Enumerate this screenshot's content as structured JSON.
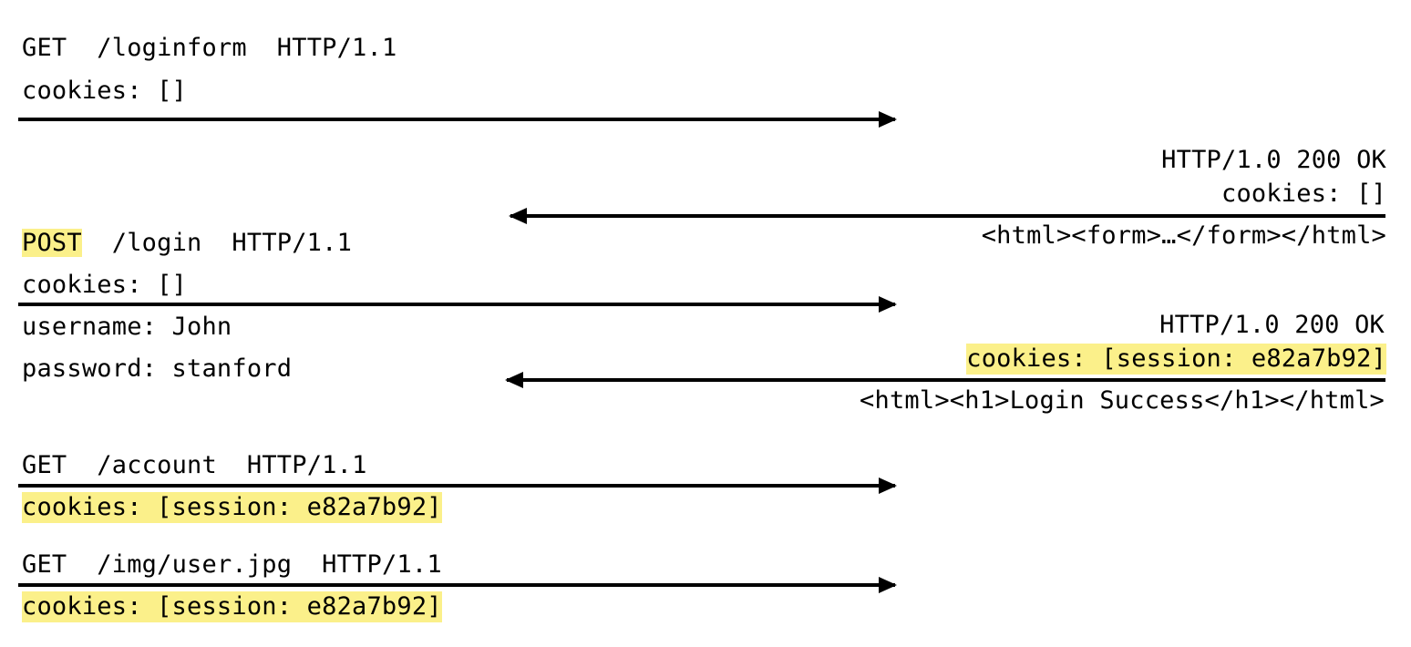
{
  "colors": {
    "highlight": "#fbf08a",
    "line": "#000000"
  },
  "request_1": {
    "method": "GET",
    "path": "/loginform",
    "version": "HTTP/1.1",
    "cookies": "cookies: []"
  },
  "response_1": {
    "status": "HTTP/1.0 200 OK",
    "cookies": "cookies: []",
    "body": "<html><form>…</form></html>"
  },
  "request_2": {
    "method": "POST",
    "path": "/login",
    "version": "HTTP/1.1",
    "cookies": "cookies: []",
    "username": "username: John",
    "password": "password: stanford"
  },
  "response_2": {
    "status": "HTTP/1.0 200 OK",
    "cookies": "cookies: [session: e82a7b92]",
    "body": "<html><h1>Login Success</h1></html>"
  },
  "request_3": {
    "method": "GET",
    "path": "/account",
    "version": "HTTP/1.1",
    "cookies": "cookies: [session: e82a7b92]"
  },
  "request_4": {
    "method": "GET",
    "path": "/img/user.jpg",
    "version": "HTTP/1.1",
    "cookies": "cookies: [session: e82a7b92]"
  }
}
